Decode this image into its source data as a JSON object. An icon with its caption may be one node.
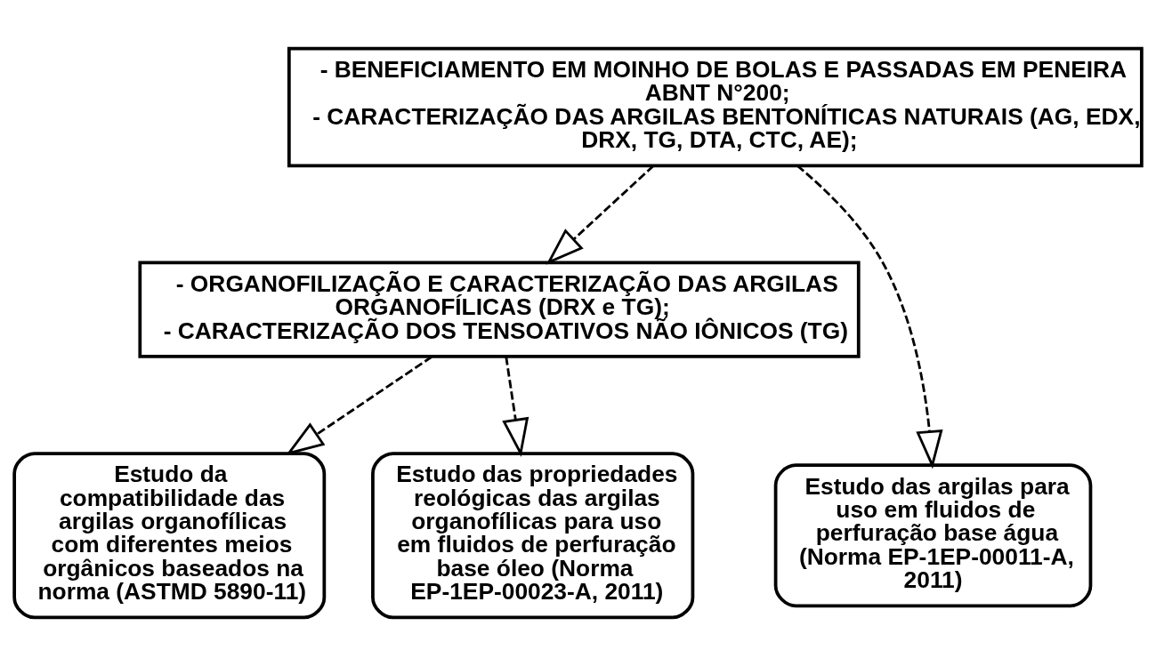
{
  "diagram": {
    "nodes": [
      {
        "text": [
          "- BENEFICIAMENTO EM MOINHO DE BOLAS E PASSADAS EM PENEIRA ABNT N°200;",
          "- CARACTERIZAÇÃO DAS ARGILAS BENTONÍTICAS NATURAIS (AG, EDX, DRX, TG, DTA, CTC, AE);"
        ]
      },
      {
        "text": [
          "- ORGANOFILIZAÇÃO E CARACTERIZAÇÃO DAS ARGILAS ORGANOFÍLICAS (DRX e TG);",
          "- CARACTERIZAÇÃO DOS TENSOATIVOS NÃO IÔNICOS (TG)"
        ]
      },
      {
        "text": [
          "Estudo das argilas para uso em fluidos de perfuração base água (Norma EP-1EP-00011-A, 2011)"
        ]
      },
      {
        "text": [
          "Estudo da compatibilidade das argilas organofílicas com diferentes meios orgânicos baseados na norma (ASTMD 5890-11)"
        ]
      },
      {
        "text": [
          "Estudo das propriedades reológicas das argilas organofílicas para uso em fluidos de perfuração base óleo (Norma EP-1EP-00023-A, 2011)"
        ]
      }
    ],
    "edges": [
      {
        "from": 0,
        "to": 2,
        "arrow": "to",
        "style": "dashed"
      },
      {
        "from": 0,
        "to": 1,
        "arrow": "to",
        "style": "dashed"
      },
      {
        "from": 1,
        "to": 3,
        "arrow": "to",
        "style": "dashed"
      },
      {
        "from": 1,
        "to": 4,
        "arrow": "to",
        "style": "dashed"
      }
    ]
  }
}
